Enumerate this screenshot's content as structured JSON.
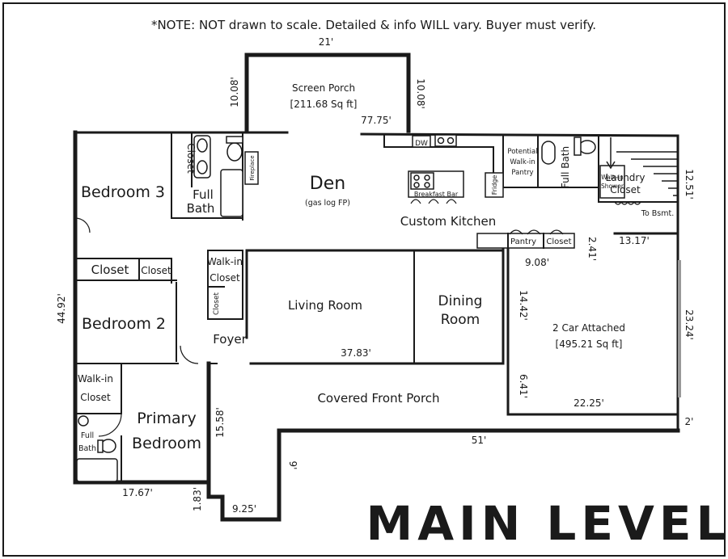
{
  "note": "*NOTE: NOT drawn to scale. Detailed & info WILL vary.  Buyer must verify.",
  "title": "MAIN LEVEL",
  "rooms": {
    "screen_porch": "Screen Porch",
    "screen_porch_sqft": "[211.68 Sq ft]",
    "den": "Den",
    "den_sub": "(gas log FP)",
    "bedroom3": "Bedroom 3",
    "bath3_line1": "Full",
    "bath3_line2": "Bath",
    "closet_b3": "Closet",
    "fireplace": "Fireplace",
    "breakfast_bar": "Breakfast Bar",
    "custom_kitchen": "Custom Kitchen",
    "dw": "DW",
    "fridge": "Fridge",
    "potential_pantry_1": "Potential",
    "potential_pantry_2": "Walk-in",
    "potential_pantry_3": "Pantry",
    "full_bath_right": "Full Bath",
    "walkin_shower_1": "Walk-in",
    "walkin_shower_2": "Shower",
    "laundry_1": "Laundry",
    "laundry_2": "Closet",
    "to_bsmt": "To Bsmt.",
    "pantry": "Pantry",
    "closet_kitchen": "Closet",
    "closet_b2_1": "Closet",
    "closet_b2_2": "Closet",
    "walkin_closet_hall_1": "Walk-in",
    "walkin_closet_hall_2": "Closet",
    "closet_hall_small": "Closet",
    "bedroom2": "Bedroom 2",
    "living_room": "Living Room",
    "dining_1": "Dining",
    "dining_2": "Room",
    "foyer": "Foyer",
    "garage": "2 Car Attached",
    "garage_sqft": "[495.21 Sq ft]",
    "walkin_closet_primary_1": "Walk-in",
    "walkin_closet_primary_2": "Closet",
    "primary_1": "Primary",
    "primary_2": "Bedroom",
    "primary_bath_1": "Full",
    "primary_bath_2": "Bath",
    "covered_porch": "Covered Front Porch"
  },
  "dimensions": {
    "porch_width": "21'",
    "porch_left": "10.08'",
    "porch_right": "10.08'",
    "top_run": "77.75'",
    "right_upper": "12.51'",
    "kitchen_13": "13.17'",
    "kitchen_241": "2.41'",
    "kitchen_908": "9.08'",
    "left_total": "44.92'",
    "garage_1442": "14.42'",
    "garage_2324": "23.24'",
    "living_3783": "37.83'",
    "garage_641": "6.41'",
    "garage_2225": "22.25'",
    "porch_1558": "15.58'",
    "bottom_2": "2'",
    "bottom_51": "51'",
    "bottom_9": "9'",
    "bottom_1767": "17.67'",
    "bottom_183": "1.83'",
    "bottom_925": "9.25'"
  }
}
